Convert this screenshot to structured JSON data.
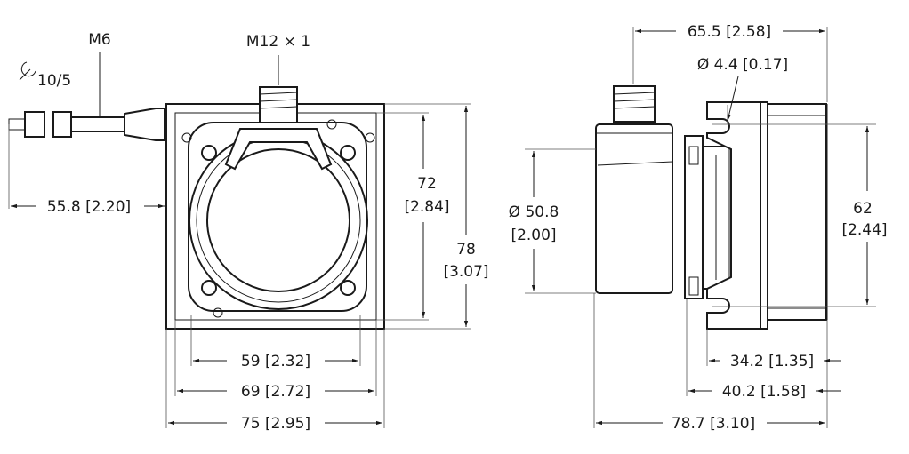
{
  "title": "Draw-wire encoder dimension drawing",
  "front_view": {
    "thread_label": "M6",
    "wrench_label": "10/5",
    "connector_label": "M12 × 1",
    "dim_cable": "55.8 [2.20]",
    "dim_inner_height_mm": "72",
    "dim_inner_height_in": "[2.84]",
    "dim_height_mm": "78",
    "dim_height_in": "[3.07]",
    "dim_hole_width": "59 [2.32]",
    "dim_inner_width": "69 [2.72]",
    "dim_width": "75 [2.95]"
  },
  "side_view": {
    "dim_top": "65.5 [2.58]",
    "dim_hole_dia": "Ø 4.4 [0.17]",
    "dim_dia_mm": "Ø 50.8",
    "dim_dia_in": "[2.00]",
    "dim_hole_spacing_mm": "62",
    "dim_hole_spacing_in": "[2.44]",
    "dim_342": "34.2 [1.35]",
    "dim_402": "40.2 [1.58]",
    "dim_depth": "78.7 [3.10]"
  }
}
